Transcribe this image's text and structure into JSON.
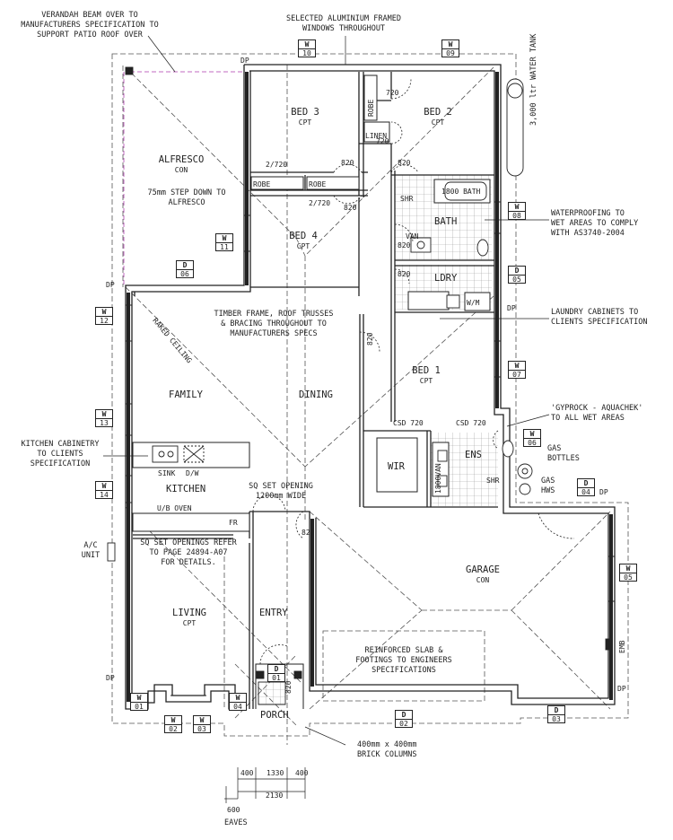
{
  "rooms": {
    "alfresco": {
      "name": "ALFRESCO",
      "floor": "CON",
      "note1": "75mm STEP DOWN TO",
      "note2": "ALFRESCO"
    },
    "bed3": {
      "name": "BED 3",
      "floor": "CPT"
    },
    "bed2": {
      "name": "BED 2",
      "floor": "CPT"
    },
    "bed4": {
      "name": "BED 4",
      "floor": "CPT"
    },
    "bed1": {
      "name": "BED 1",
      "floor": "CPT"
    },
    "bath": {
      "name": "BATH",
      "bath": "1800 BATH",
      "van": "VAN",
      "shr": "SHR"
    },
    "ldry": {
      "name": "LDRY",
      "wm": "W/M"
    },
    "family": {
      "name": "FAMILY",
      "ceiling": "RAKED CEILING"
    },
    "dining": {
      "name": "DINING"
    },
    "kitchen": {
      "name": "KITCHEN",
      "sink": "SINK",
      "dw": "D/W",
      "oven": "U/B OVEN",
      "fr": "FR"
    },
    "wir": {
      "name": "WIR"
    },
    "ens": {
      "name": "ENS",
      "van": "1800VAN",
      "shr": "SHR"
    },
    "garage": {
      "name": "GARAGE",
      "floor": "CON"
    },
    "living": {
      "name": "LIVING",
      "floor": "CPT"
    },
    "entry": {
      "name": "ENTRY"
    },
    "porch": {
      "name": "PORCH"
    },
    "linen": "LINEN",
    "robe": "ROBE"
  },
  "dims": {
    "d720": "720",
    "d2720": "2/720",
    "d820": "820",
    "csd720": "CSD 720",
    "sq_open1": "SQ SET OPENING",
    "sq_open2": "1200mm WIDE",
    "p400": "400",
    "p1330": "1330",
    "p2130": "2130",
    "p600": "600",
    "eaves": "EAVES"
  },
  "callouts": {
    "verandah": [
      "VERANDAH BEAM OVER TO",
      "MANUFACTURERS SPECIFICATION TO",
      "SUPPORT PATIO ROOF OVER"
    ],
    "windows": [
      "SELECTED ALUMINIUM FRAMED",
      "WINDOWS THROUGHOUT"
    ],
    "tank": "3,000 ltr WATER TANK",
    "waterproof": [
      "WATERPROOFING TO",
      "WET AREAS TO COMPLY",
      "WITH AS3740-2004"
    ],
    "laundry": [
      "LAUNDRY CABINETS TO",
      "CLIENTS SPECIFICATION"
    ],
    "gyprock": [
      "'GYPROCK - AQUACHEK'",
      "TO ALL WET AREAS"
    ],
    "gas_bottles": [
      "GAS",
      "BOTTLES"
    ],
    "gas_hws": [
      "GAS",
      "HWS"
    ],
    "timber": [
      "TIMBER FRAME, ROOF TRUSSES",
      "& BRACING THROUGHOUT TO",
      "MANUFACTURERS SPECS"
    ],
    "kitchen_cab": [
      "KITCHEN CABINETRY",
      "TO CLIENTS",
      "SPECIFICATION"
    ],
    "ac": [
      "A/C",
      "UNIT"
    ],
    "sq_refer": [
      "SQ SET OPENINGS REFER",
      "TO PAGE  24894-A07",
      "FOR DETAILS."
    ],
    "slab": [
      "REINFORCED SLAB &",
      "FOOTINGS TO ENGINEERS",
      "SPECIFICATIONS"
    ],
    "brick": [
      "400mm x 400mm",
      "BRICK COLUMNS"
    ],
    "emb": "EMB",
    "dp": "DP"
  },
  "tags": {
    "w10": [
      "W",
      "10"
    ],
    "w09": [
      "W",
      "09"
    ],
    "w08": [
      "W",
      "08"
    ],
    "w11": [
      "W",
      "11"
    ],
    "d06": [
      "D",
      "06"
    ],
    "d05": [
      "D",
      "05"
    ],
    "w12": [
      "W",
      "12"
    ],
    "w07": [
      "W",
      "07"
    ],
    "w13": [
      "W",
      "13"
    ],
    "w06": [
      "W",
      "06"
    ],
    "w14": [
      "W",
      "14"
    ],
    "d04": [
      "D",
      "04"
    ],
    "w05": [
      "W",
      "05"
    ],
    "d01": [
      "D",
      "01"
    ],
    "w01": [
      "W",
      "01"
    ],
    "w02": [
      "W",
      "02"
    ],
    "w03": [
      "W",
      "03"
    ],
    "w04": [
      "W",
      "04"
    ],
    "d02": [
      "D",
      "02"
    ],
    "d03": [
      "D",
      "03"
    ]
  }
}
